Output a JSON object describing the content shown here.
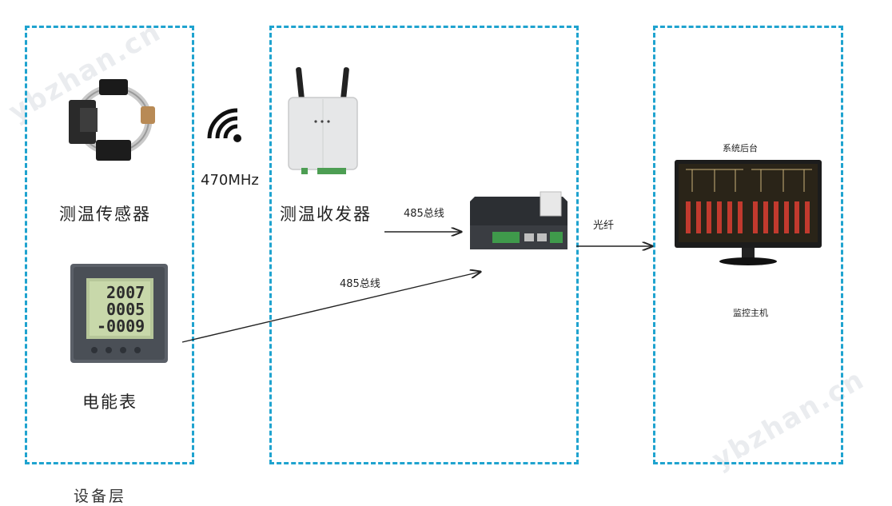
{
  "devices": {
    "sensor_label": "测温传感器",
    "meter_label": "电能表",
    "transceiver_label": "测温收发器",
    "monitor_label": "监控主机",
    "monitor_screen_title": "系统后台"
  },
  "links": {
    "wireless_freq": "470MHz",
    "bus_top": "485总线",
    "bus_bottom": "485总线",
    "fiber": "光纤"
  },
  "meter_display": {
    "line1": "2007",
    "line2": "0005",
    "line3": "-0009"
  },
  "layers": {
    "left": "设备层"
  },
  "watermark": "ybzhan.cn",
  "colors": {
    "zone_border": "#1fa3cf"
  }
}
